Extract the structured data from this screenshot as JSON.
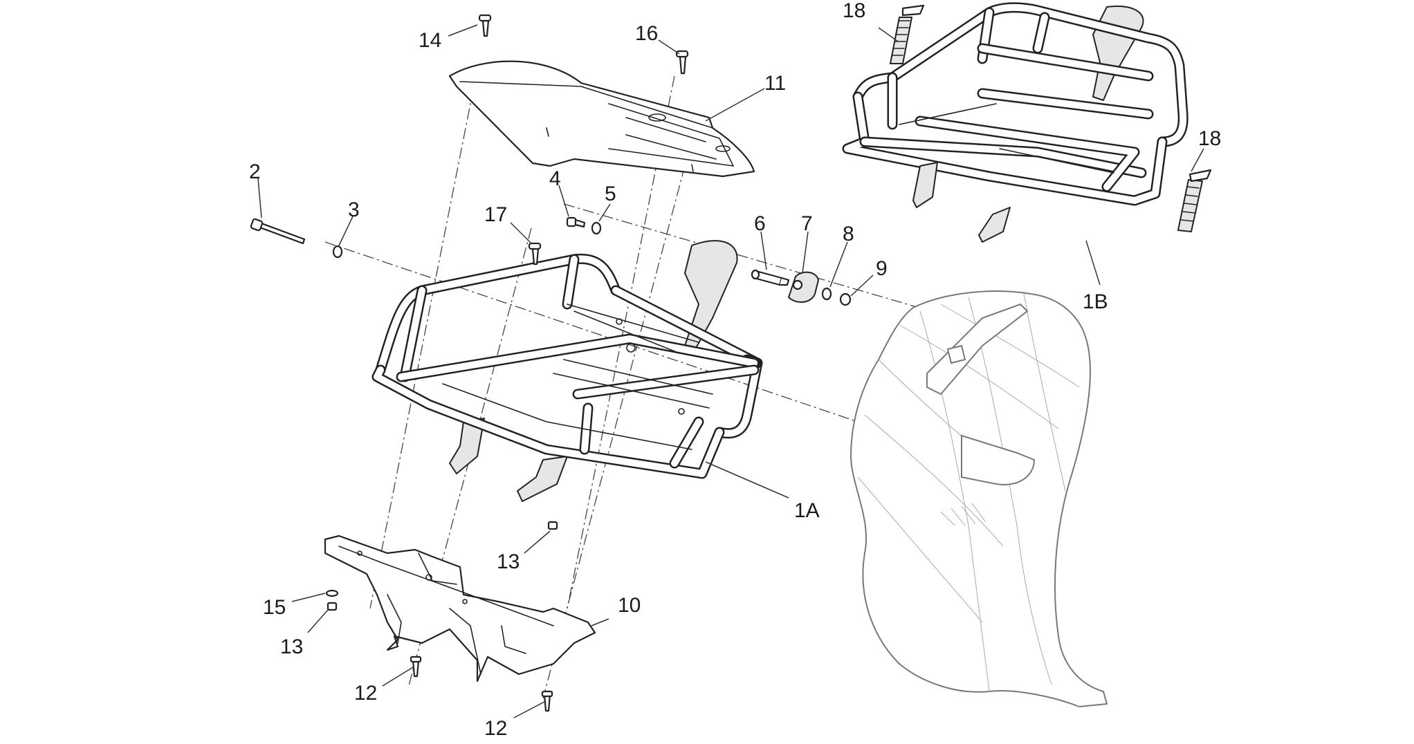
{
  "labels": {
    "l1A": "1A",
    "l1B": "1B",
    "l2": "2",
    "l3": "3",
    "l4": "4",
    "l5": "5",
    "l6": "6",
    "l7": "7",
    "l8": "8",
    "l9": "9",
    "l10": "10",
    "l11": "11",
    "l12a": "12",
    "l12b": "12",
    "l13a": "13",
    "l13b": "13",
    "l14": "14",
    "l15": "15",
    "l16": "16",
    "l17": "17",
    "l18a": "18",
    "l18b": "18"
  }
}
